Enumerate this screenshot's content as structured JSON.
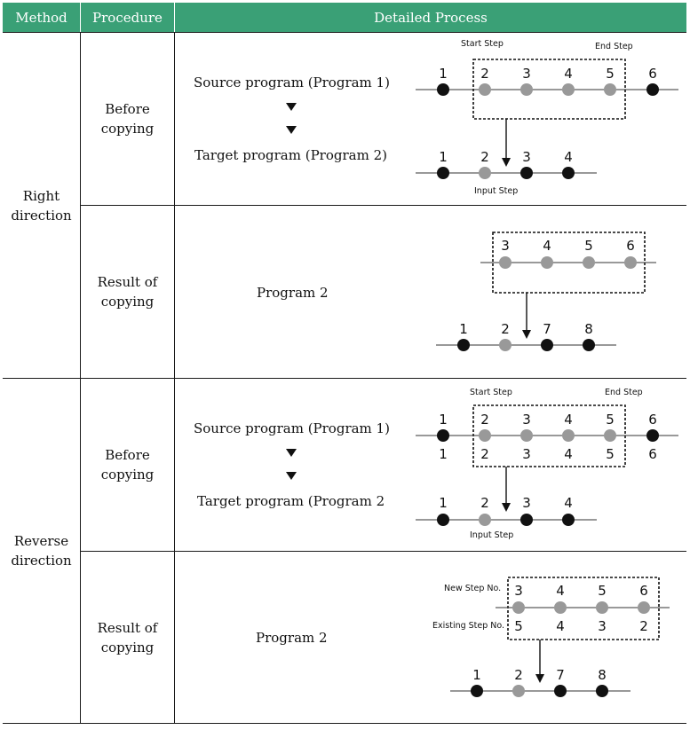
{
  "header": {
    "method": "Method",
    "procedure": "Procedure",
    "detailed": "Detailed Process"
  },
  "colors": {
    "header_bg": "#3aa076",
    "dot_dark": "#111111",
    "dot_gray": "#999999"
  },
  "rows": {
    "right": {
      "method": [
        "Right",
        "direction"
      ],
      "before": {
        "procedure": [
          "Before",
          "copying"
        ],
        "source": "Source program (Program 1)",
        "target": "Target program (Program 2)",
        "start_label": "Start Step",
        "end_label": "End Step",
        "input_label": "Input Step",
        "source_steps": [
          "1",
          "2",
          "3",
          "4",
          "5",
          "6"
        ],
        "target_steps": [
          "1",
          "2",
          "3",
          "4"
        ]
      },
      "result": {
        "procedure": [
          "Result of",
          "copying"
        ],
        "program": "Program 2",
        "copied_steps": [
          "3",
          "4",
          "5",
          "6"
        ],
        "final_steps": [
          "1",
          "2",
          "7",
          "8"
        ]
      }
    },
    "reverse": {
      "method": [
        "Reverse",
        "direction"
      ],
      "before": {
        "procedure": [
          "Before",
          "copying"
        ],
        "source": "Source program (Program 1)",
        "target": "Target program (Program 2",
        "start_label": "Start Step",
        "end_label": "End Step",
        "input_label": "Input Step",
        "source_steps": [
          "1",
          "2",
          "3",
          "4",
          "5",
          "6"
        ],
        "source_steps_below": [
          "1",
          "2",
          "3",
          "4",
          "5",
          "6"
        ],
        "target_steps": [
          "1",
          "2",
          "3",
          "4"
        ]
      },
      "result": {
        "procedure": [
          "Result of",
          "copying"
        ],
        "program": "Program 2",
        "new_label": "New Step No.",
        "existing_label": "Existing Step No.",
        "new_steps": [
          "3",
          "4",
          "5",
          "6"
        ],
        "existing_steps": [
          "5",
          "4",
          "3",
          "2"
        ],
        "final_steps": [
          "1",
          "2",
          "7",
          "8"
        ]
      }
    }
  }
}
